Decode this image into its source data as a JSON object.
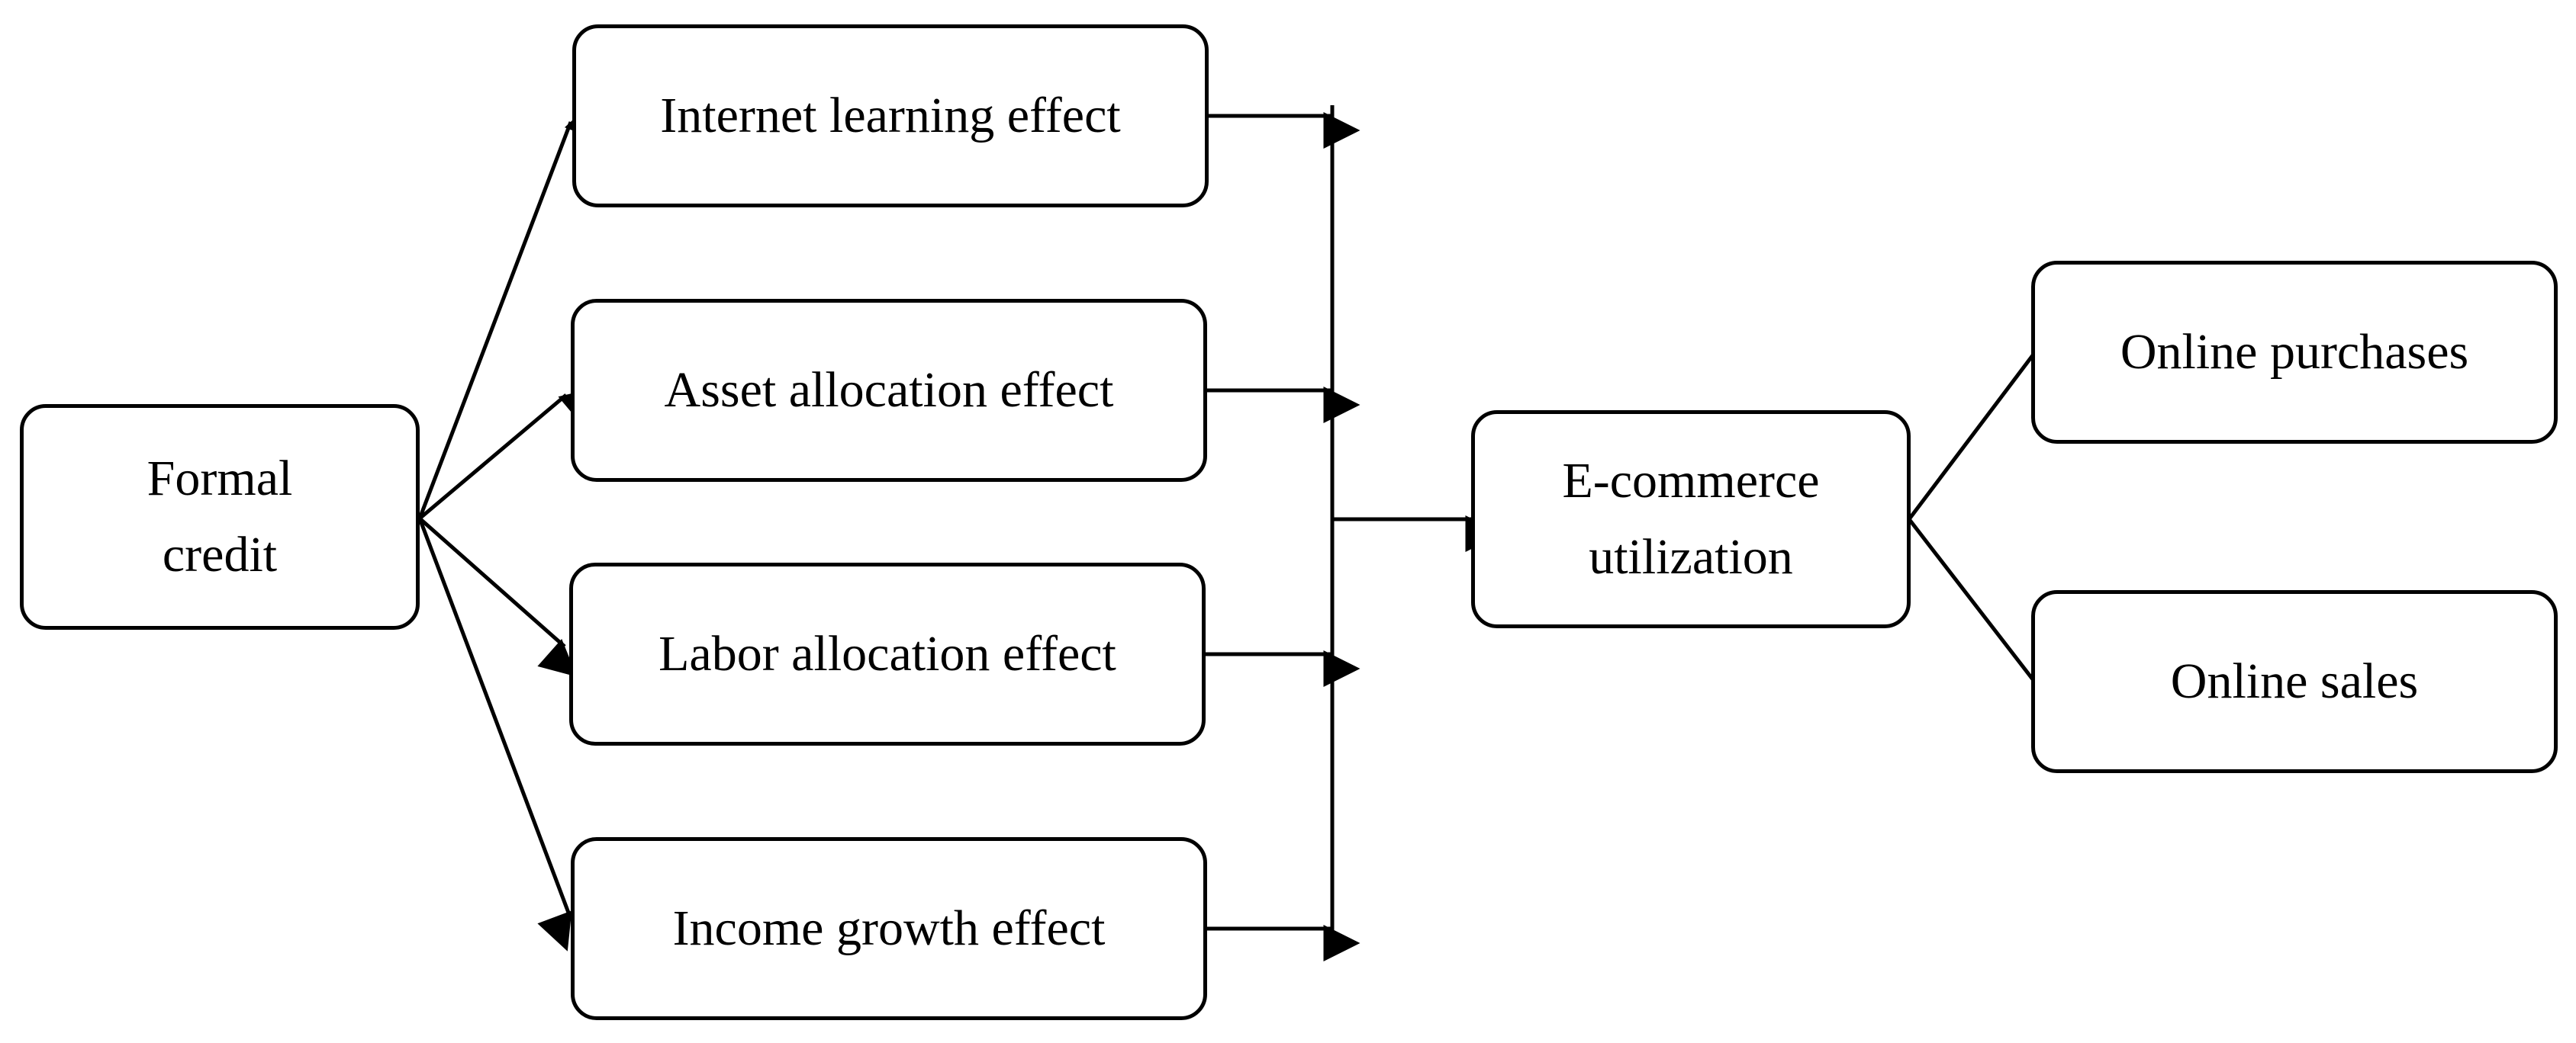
{
  "nodes": {
    "formal_credit": {
      "line1": "Formal",
      "line2": "credit"
    },
    "internet_learning": "Internet learning effect",
    "asset_allocation": "Asset allocation effect",
    "labor_allocation": "Labor allocation effect",
    "income_growth": "Income growth effect",
    "ecommerce": {
      "line1": "E-commerce",
      "line2": "utilization"
    },
    "online_purchases": "Online purchases",
    "online_sales": "Online sales"
  },
  "colors": {
    "stroke": "#000000",
    "fill": "#ffffff"
  }
}
